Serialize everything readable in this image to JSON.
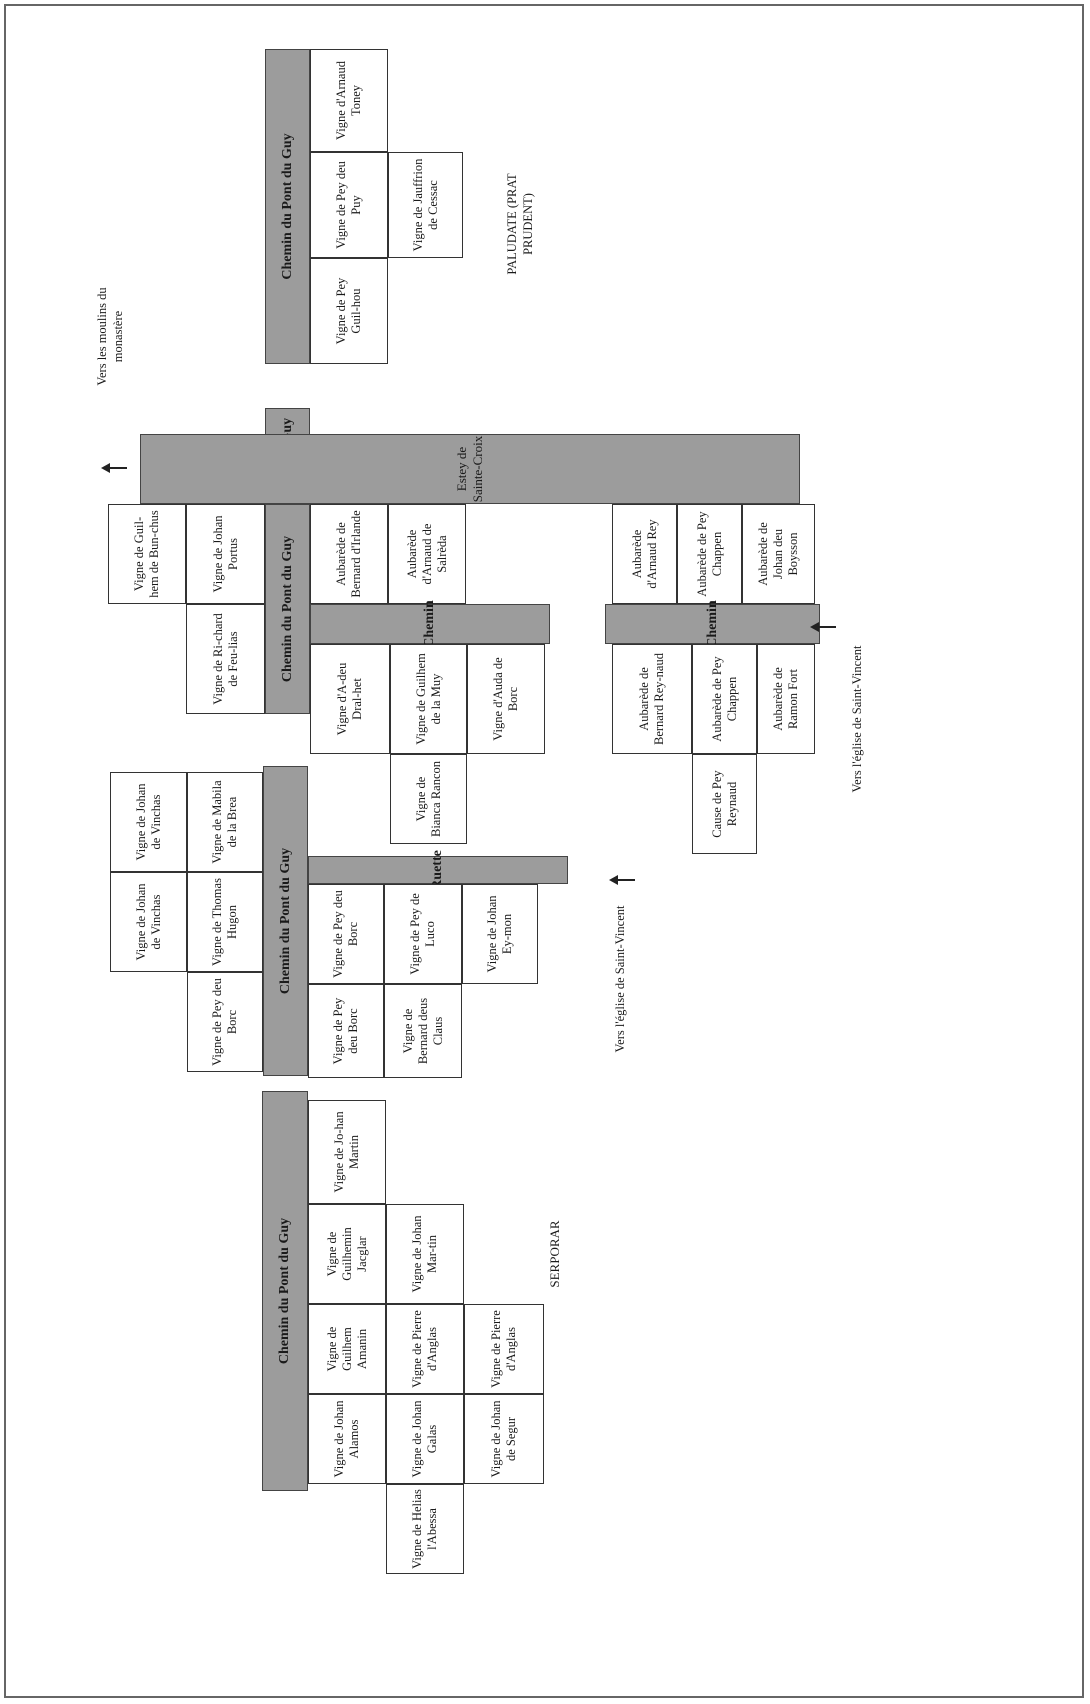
{
  "roads": {
    "chemin_pont_guy_label": "Chemin du Pont du Guy",
    "pont_du_guy": "Pont du Guy",
    "estey": "Estey de Sainte-Croix",
    "chemin": "Chemin",
    "ruette": "Ruette"
  },
  "places": {
    "paludate": "PALUDATE (PRAT PRUDENT)",
    "serporar": "SERPORAR",
    "moulins": "Vers les moulins du monastère",
    "eglise": "Vers l'église de Saint-Vincent"
  },
  "parcels": {
    "p1": "Vigne de Pey Guil-hou",
    "p2": "Vigne de Pey deu Puy",
    "p3": "Vigne d'Arnaud Toney",
    "p4": "Vigne de Jauffrion de Cessac",
    "p5": "Vigne de Guil-hem de Bun-chus",
    "p6": "Vigne de Johan Portus",
    "p7": "Vigne de Ri-chard de Feu-lias",
    "p8": "Aubarède de Bernard d'Irlande",
    "p9": "Aubarède d'Arnaud de Salrèda",
    "p10": "Vigne d'A-deu Dral-het",
    "p11": "Vigne de Guilhem de la Muy",
    "p12": "Vigne d'Auda de Borc",
    "p13": "Vigne de Bianca Rancon",
    "p14": "Aubarède d'Arnaud Rey",
    "p15": "Aubarède de Pey Chappen",
    "p16": "Aubarède de Johan deu Boysson",
    "p17": "Aubarède de Bernard Rey-naud",
    "p18": "Aubarède de Pey Chappen",
    "p19": "Aubarède de Ramon Fort",
    "p20": "Cause de Pey Reynaud",
    "p21": "Vigne de Johan de Vinchas",
    "p22": "Vigne de Mabila de la Brea",
    "p23": "Vigne de Johan de Vinchas",
    "p24": "Vigne de Thomas Hugon",
    "p25": "Vigne de Pey deu Borc",
    "p26": "Vigne de Pey deu Borc",
    "p27": "Vigne de Pey de Luco",
    "p28": "Vigne de Johan Ey-mon",
    "p29": "Vigne de Pey deu Borc",
    "p30": "Vigne de Bernard deus Claus",
    "p31": "Vigne de Jo-han Martin",
    "p32": "Vigne de Guilhemin Jacglar",
    "p33": "Vigne de Johan Mar-tin",
    "p34": "Vigne de Guilhem Amanin",
    "p35": "Vigne de Pierre d'Anglas",
    "p36": "Vigne de Pierre d'Anglas",
    "p37": "Vigne de Johan Alamos",
    "p38": "Vigne de Johan Galas",
    "p39": "Vigne de Johan de Segur",
    "p40": "Vigne de Helias l'Abessa"
  }
}
